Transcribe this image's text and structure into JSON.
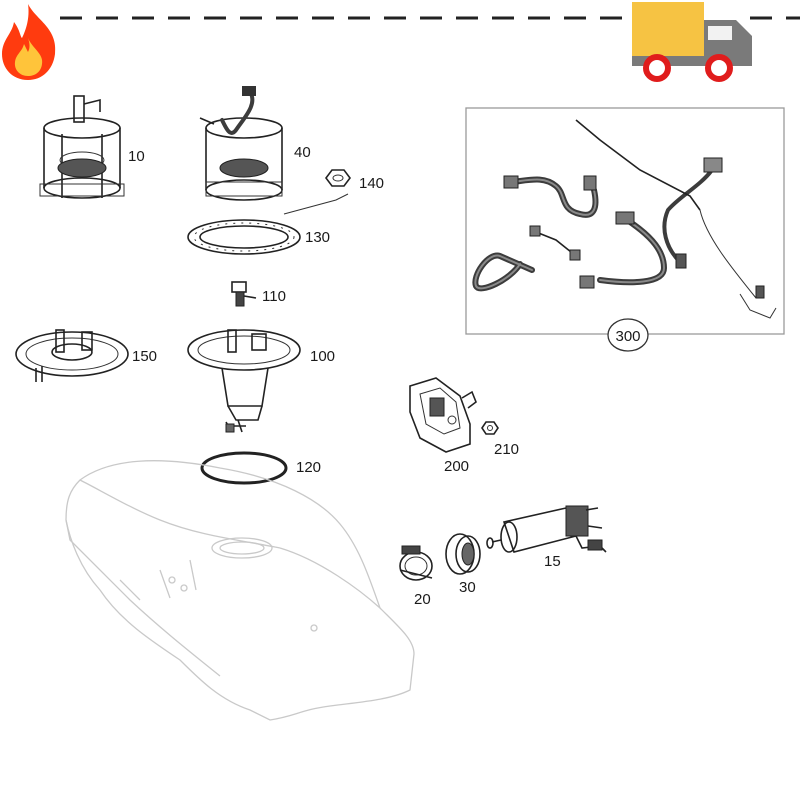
{
  "colors": {
    "flame_outer": "#ff3b0f",
    "flame_inner": "#ffc43a",
    "truck_box": "#f6c343",
    "truck_cab": "#7a7a7a",
    "truck_wheel": "#e01c1c",
    "dash": "#222222",
    "callout_box": "#9a9a9a"
  },
  "icons": {
    "flame": "fire-icon",
    "truck": "delivery-truck-icon"
  },
  "parts": [
    {
      "id": "10"
    },
    {
      "id": "40"
    },
    {
      "id": "140"
    },
    {
      "id": "130"
    },
    {
      "id": "110"
    },
    {
      "id": "150"
    },
    {
      "id": "100"
    },
    {
      "id": "120"
    },
    {
      "id": "200"
    },
    {
      "id": "210"
    },
    {
      "id": "20"
    },
    {
      "id": "30"
    },
    {
      "id": "15"
    },
    {
      "id": "300"
    }
  ]
}
